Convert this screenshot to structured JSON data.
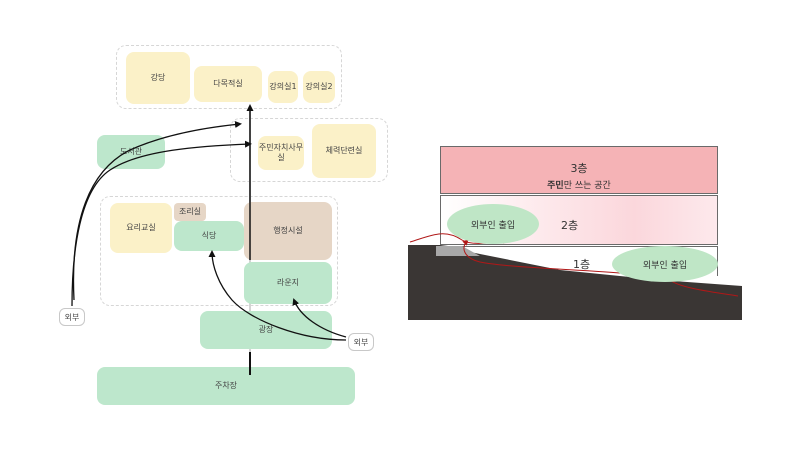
{
  "plan": {
    "rooms": {
      "auditorium": "강당",
      "multipurpose_room": "다목적실",
      "lecture_room_1": "강의실1",
      "lecture_room_2": "강의실2",
      "library": "도서관",
      "community_center_office": "주민자치사무실",
      "fitness_room": "체력단련실",
      "cooking_classroom": "요리교실",
      "kitchen": "조리실",
      "cafeteria": "식당",
      "admin_facility": "행정시설",
      "lounge": "라운지",
      "plaza": "광장",
      "parking": "주차장"
    },
    "external_left": "외부",
    "external_right": "외부"
  },
  "section": {
    "floor3_label": "3층",
    "floor3_sub_bold": "주민",
    "floor3_sub_rest": "만 쓰는 공간",
    "floor2_label": "2층",
    "floor1_label": "1층",
    "entrance_upper": "외부인 출입",
    "entrance_lower": "외부인 출입"
  },
  "colors": {
    "yellow_room": "#fbf1c8",
    "green_room": "#bde7cc",
    "tan_room": "#e6d6c6",
    "floor3": "#f5b3b6",
    "floor2": "#fde6e9",
    "ground": "#3a3634",
    "arrow_red": "#b01818"
  }
}
